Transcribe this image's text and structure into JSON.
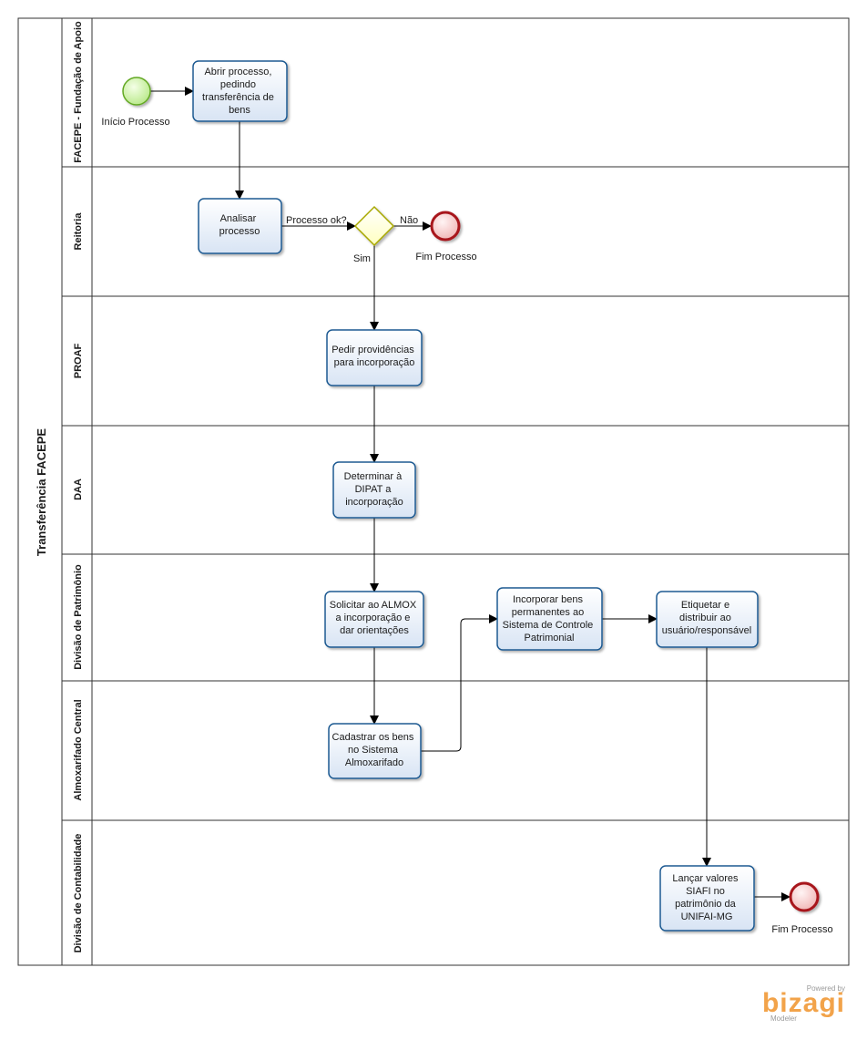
{
  "pool": {
    "title": "Transferência FACEPE"
  },
  "lanes": [
    {
      "title": "FACEPE - Fundação de Apoio"
    },
    {
      "title": "Reitoria"
    },
    {
      "title": "PROAF"
    },
    {
      "title": "DAA"
    },
    {
      "title": "Divisão de Patrimônio"
    },
    {
      "title": "Almoxarifado Central"
    },
    {
      "title": "Divisão de Contabilidade"
    }
  ],
  "events": {
    "start": "Início Processo",
    "end1": "Fim Processo",
    "end2": "Fim Processo"
  },
  "gateway": {
    "question": "Processo ok?",
    "no": "Não",
    "yes": "Sim"
  },
  "tasks": {
    "abrir": [
      "Abrir processo,",
      "pedindo",
      "transferência de",
      "bens"
    ],
    "analisar": [
      "Analisar",
      "processo"
    ],
    "pedir": [
      "Pedir providências",
      "para incorporação"
    ],
    "determinar": [
      "Determinar à",
      "DIPAT a",
      "incorporação"
    ],
    "solicitar": [
      "Solicitar ao ALMOX",
      "a incorporação e",
      "dar orientações"
    ],
    "incorporar": [
      "Incorporar bens",
      "permanentes ao",
      "Sistema de Controle",
      "Patrimonial"
    ],
    "etiquetar": [
      "Etiquetar e",
      "distribuir ao",
      "usuário/responsável"
    ],
    "cadastrar": [
      "Cadastrar os bens",
      "no Sistema",
      "Almoxarifado"
    ],
    "lancar": [
      "Lançar valores",
      "SIAFI no",
      "patrimônio da",
      "UNIFAI-MG"
    ]
  },
  "logo": {
    "powered": "Powered by",
    "brand": "bizagi",
    "product": "Modeler"
  },
  "colors": {
    "task_stroke": "#1f5a92",
    "task_fill_top": "#ffffff",
    "task_fill_bottom": "#dce7f5",
    "start_fill": "#c8f0a0",
    "start_stroke": "#62a822",
    "end_fill": "#f6c8c8",
    "end_stroke": "#a8161c",
    "gateway_fill": "#ffffd0",
    "gateway_stroke": "#a8a800",
    "logo_orange": "#f2a34a"
  }
}
